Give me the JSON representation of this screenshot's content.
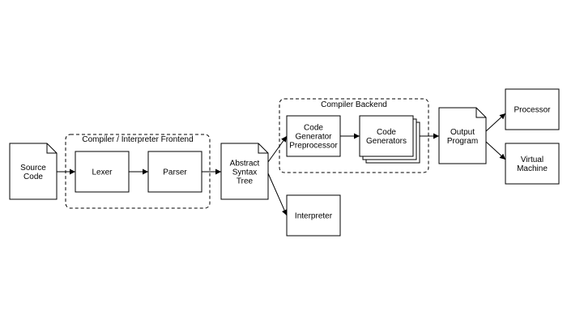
{
  "groups": {
    "frontend": "Compiler / Interpreter Frontend",
    "backend": "Compiler Backend"
  },
  "nodes": {
    "source_code": [
      "Source",
      "Code"
    ],
    "lexer": [
      "Lexer"
    ],
    "parser": [
      "Parser"
    ],
    "ast": [
      "Abstract",
      "Syntax",
      "Tree"
    ],
    "cg_pre": [
      "Code",
      "Generator",
      "Preprocessor"
    ],
    "code_gen": [
      "Code",
      "Generators"
    ],
    "interpreter": [
      "Interpreter"
    ],
    "output": [
      "Output",
      "Program"
    ],
    "processor": [
      "Processor"
    ],
    "vm": [
      "Virtual",
      "Machine"
    ]
  },
  "edges": [
    [
      "source_code",
      "lexer"
    ],
    [
      "lexer",
      "parser"
    ],
    [
      "parser",
      "ast"
    ],
    [
      "ast",
      "cg_pre"
    ],
    [
      "ast",
      "interpreter"
    ],
    [
      "cg_pre",
      "code_gen"
    ],
    [
      "code_gen",
      "output"
    ],
    [
      "output",
      "processor"
    ],
    [
      "output",
      "vm"
    ]
  ]
}
